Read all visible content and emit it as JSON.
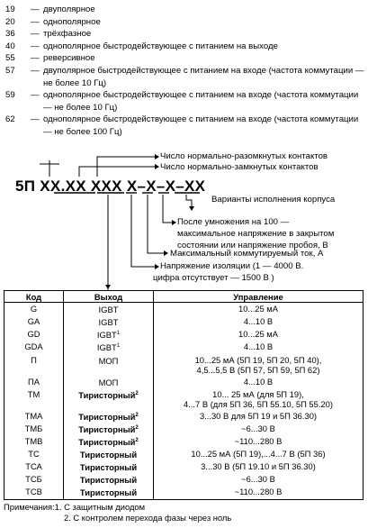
{
  "output_types": [
    {
      "code": "19",
      "text": "двуполярное"
    },
    {
      "code": "20",
      "text": "однополярное"
    },
    {
      "code": "36",
      "text": "трёхфазное"
    },
    {
      "code": "40",
      "text": "однополярное быстродействующее с питанием на выходе"
    },
    {
      "code": "55",
      "text": "реверсивное"
    },
    {
      "code": "57",
      "text": "двуполярное быстродействующее с питанием на входе (частота коммутации — не более 10 Гц)"
    },
    {
      "code": "59",
      "text": "однополярное быстродействующее с питанием на входе (частота коммутации — не более 10 Гц)"
    },
    {
      "code": "62",
      "text": "однополярное быстродействующее с питанием на входе (частота коммутации — не более 100 Гц)"
    }
  ],
  "designation": "5П XX.XX XXX X–X–X–XX",
  "callouts": {
    "no_contacts": "Число нормально-разомкнутых контактов",
    "nc_contacts": "Число нормально-замкнутых контактов",
    "case_variants": "Варианты исполнения корпуса",
    "voltage_line1": "После умножения на 100 —",
    "voltage_line2": "максимальное напряжение в закрытом",
    "voltage_line3": "состоянии или напряжение пробоя, В",
    "current": "Максимальный коммутируемый ток, А",
    "isolation_line1": "Напряжение изоляции (1 — 4000 В.",
    "isolation_line2": "цифра отсутствует — 1500 В )"
  },
  "table": {
    "headers": [
      "Код",
      "Выход",
      "Управление"
    ],
    "rows": [
      {
        "code": "G",
        "output": "IGBT",
        "sup": "",
        "bold": false,
        "control": [
          "10...25 мА"
        ]
      },
      {
        "code": "GA",
        "output": "IGBT",
        "sup": "",
        "bold": false,
        "control": [
          "4...10 В"
        ]
      },
      {
        "code": "GD",
        "output": "IGBT",
        "sup": "1",
        "bold": false,
        "control": [
          "10...25 мА"
        ]
      },
      {
        "code": "GDA",
        "output": "IGBT",
        "sup": "1",
        "bold": false,
        "control": [
          "4...10 В"
        ]
      },
      {
        "code": "П",
        "output": "МОП",
        "sup": "",
        "bold": false,
        "control": [
          "10...25 мА (5П 19, 5П 20, 5П 40),",
          "4,5...5,5 В (5П 57, 5П 59, 5П 62)"
        ]
      },
      {
        "code": "ПА",
        "output": "МОП",
        "sup": "",
        "bold": false,
        "control": [
          "4...10 В"
        ]
      },
      {
        "code": "ТМ",
        "output": "Тиристорный",
        "sup": "2",
        "bold": true,
        "control": [
          "10... 25 мА (для 5П 19),",
          "4...7 В (для 5П 36, 5П 55.10, 5П 55.20)"
        ]
      },
      {
        "code": "ТМА",
        "output": "Тиристорный",
        "sup": "2",
        "bold": true,
        "control": [
          "3...30 В для 5П 19 и 5П 36.30)"
        ]
      },
      {
        "code": "ТМБ",
        "output": "Тиристорный",
        "sup": "2",
        "bold": true,
        "control": [
          "~6...30 В"
        ]
      },
      {
        "code": "ТМВ",
        "output": "Тиристорный",
        "sup": "2",
        "bold": true,
        "control": [
          "~110...280 В"
        ]
      },
      {
        "code": "ТС",
        "output": "Тиристорный",
        "sup": "",
        "bold": true,
        "control": [
          "10...25 мА (5П 19),...4...7 В (5П 36)"
        ]
      },
      {
        "code": "ТСА",
        "output": "Тиристорный",
        "sup": "",
        "bold": true,
        "control": [
          "3...30 В (5П 19.10 и 5П 36.30)"
        ]
      },
      {
        "code": "ТСБ",
        "output": "Тиристорный",
        "sup": "",
        "bold": true,
        "control": [
          "~6...30 В"
        ]
      },
      {
        "code": "ТСВ",
        "output": "Тиристорный",
        "sup": "",
        "bold": true,
        "control": [
          "~110...280 В"
        ]
      }
    ]
  },
  "notes": {
    "note1": "Примечания:1. С защитным диодом",
    "note2": "2. С контролем перехода фазы через ноль"
  }
}
